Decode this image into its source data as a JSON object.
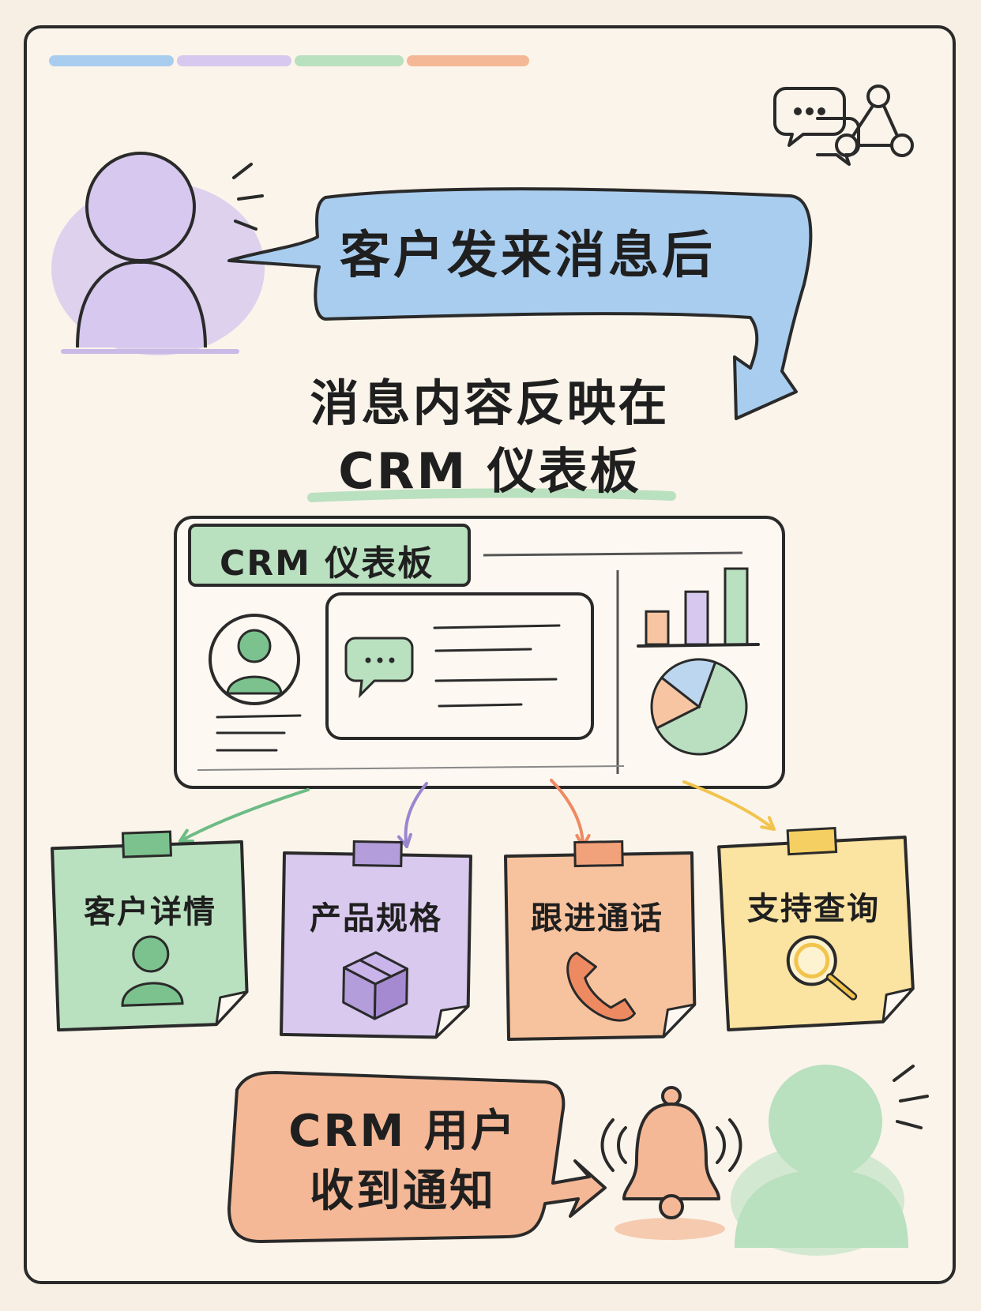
{
  "steps": {
    "message_received": "客户发来消息后",
    "headline_line1": "消息内容反映在",
    "headline_line2": "CRM 仪表板",
    "notification_line1": "CRM 用户",
    "notification_line2": "收到通知"
  },
  "dashboard": {
    "tab_label": "CRM 仪表板",
    "bar_chart": [
      {
        "value": 1
      },
      {
        "value": 1.6
      },
      {
        "value": 2.3
      }
    ],
    "pie_chart": [
      {
        "share": 0.62,
        "color": "#b9dfc0"
      },
      {
        "share": 0.18,
        "color": "#f7c5a2"
      },
      {
        "share": 0.2,
        "color": "#bcd6ef"
      }
    ]
  },
  "notes": [
    {
      "label": "客户详情",
      "icon": "person-icon",
      "color": "#b9e0bf",
      "pin": "#7cc28f",
      "arrow": "#6dbb85"
    },
    {
      "label": "产品规格",
      "icon": "box-icon",
      "color": "#d9c9ee",
      "pin": "#b39ddb",
      "arrow": "#9a86cf"
    },
    {
      "label": "跟进通话",
      "icon": "phone-icon",
      "color": "#f7c39e",
      "pin": "#f2a27a",
      "arrow": "#ee8a62"
    },
    {
      "label": "支持查询",
      "icon": "magnifier-icon",
      "color": "#fbe3a1",
      "pin": "#f6cf62",
      "arrow": "#f2c44d"
    }
  ],
  "colors": {
    "blue": "#a9cdef",
    "purple": "#d6c8ee",
    "green": "#b9e0bf",
    "orange": "#f4b896",
    "ink": "#2a2a2a"
  }
}
